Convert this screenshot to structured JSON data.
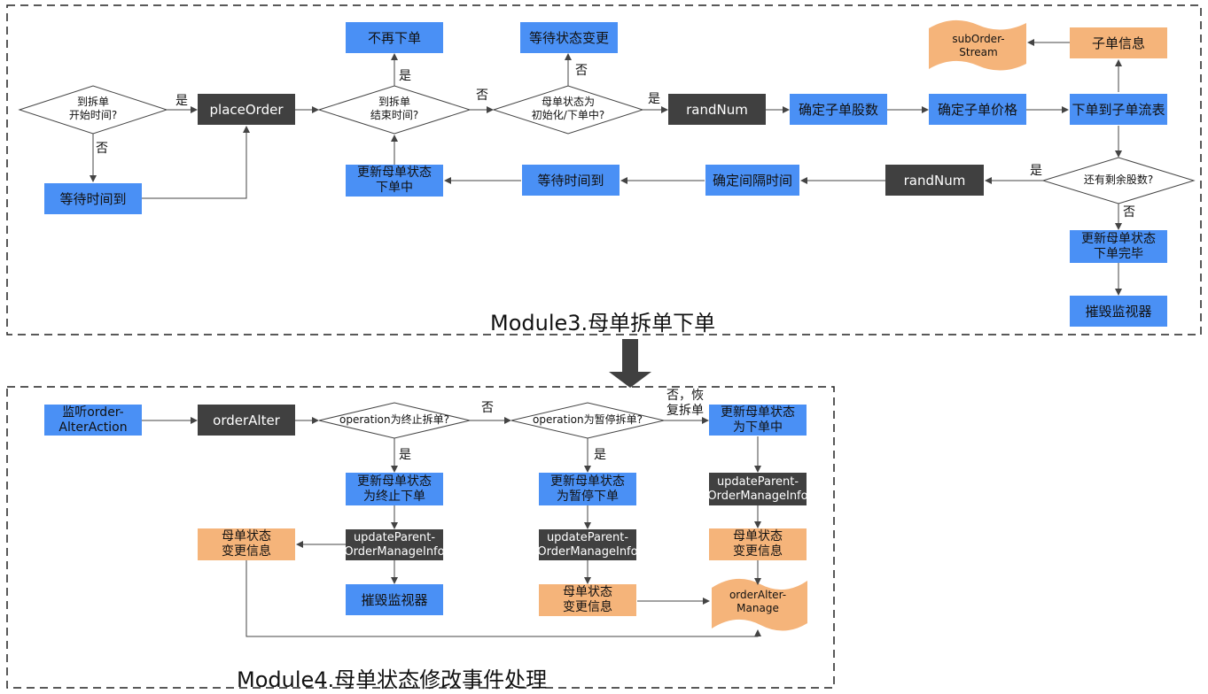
{
  "module3": {
    "title": "Module3.母单拆单下单",
    "decisions": {
      "start_time": "到拆单\n开始时间?",
      "end_time": "到拆单\n结束时间?",
      "parent_status": "母单状态为\n初始化/下单中?",
      "remaining": "还有剩余股数?"
    },
    "boxes": {
      "wait_time": "等待时间到",
      "place_order": "placeOrder",
      "no_more_order": "不再下单",
      "wait_status_change": "等待状态变更",
      "rand_num_top": "randNum",
      "confirm_shares": "确定子单股数",
      "confirm_price": "确定子单价格",
      "order_to_stream": "下单到子单流表",
      "sub_order_info": "子单信息",
      "sub_order_stream": "subOrder-\nStream",
      "update_parent_ordering": "更新母单状态\n下单中",
      "wait_time_2": "等待时间到",
      "confirm_interval": "确定间隔时间",
      "rand_num_bottom": "randNum",
      "update_parent_done": "更新母单状态\n下单完毕",
      "destroy_monitor": "摧毁监视器"
    },
    "labels": {
      "yes_1": "是",
      "no_1": "否",
      "yes_2": "是",
      "no_2": "否",
      "yes_3": "是",
      "no_3": "否",
      "yes_4": "是",
      "no_4": "否"
    }
  },
  "module4": {
    "title": "Module4.母单状态修改事件处理",
    "decisions": {
      "terminate": "operation为终止拆单?",
      "pause": "operation为暂停拆单?"
    },
    "boxes": {
      "listen": "监听order-\nAlterAction",
      "order_alter": "orderAlter",
      "update_to_ordering": "更新母单状态\n为下单中",
      "update_to_terminate": "更新母单状态\n为终止下单",
      "update_to_pause": "更新母单状态\n为暂停下单",
      "update_info_1": "updateParent-\nOrderManageInfo",
      "update_info_2": "updateParent-\nOrderManageInfo",
      "update_info_3": "updateParent-\nOrderManageInfo",
      "change_info_1": "母单状态\n变更信息",
      "change_info_2": "母单状态\n变更信息",
      "change_info_3": "母单状态\n变更信息",
      "destroy_monitor": "摧毁监视器",
      "order_alter_manage": "orderAlter-\nManage"
    },
    "labels": {
      "no_1": "否",
      "yes_1": "是",
      "yes_2": "是",
      "no_resume": "否，恢\n复拆单"
    }
  },
  "colors": {
    "blue": "#4a90f5",
    "dark": "#404040",
    "orange": "#f5b47a",
    "line": "#444444"
  }
}
